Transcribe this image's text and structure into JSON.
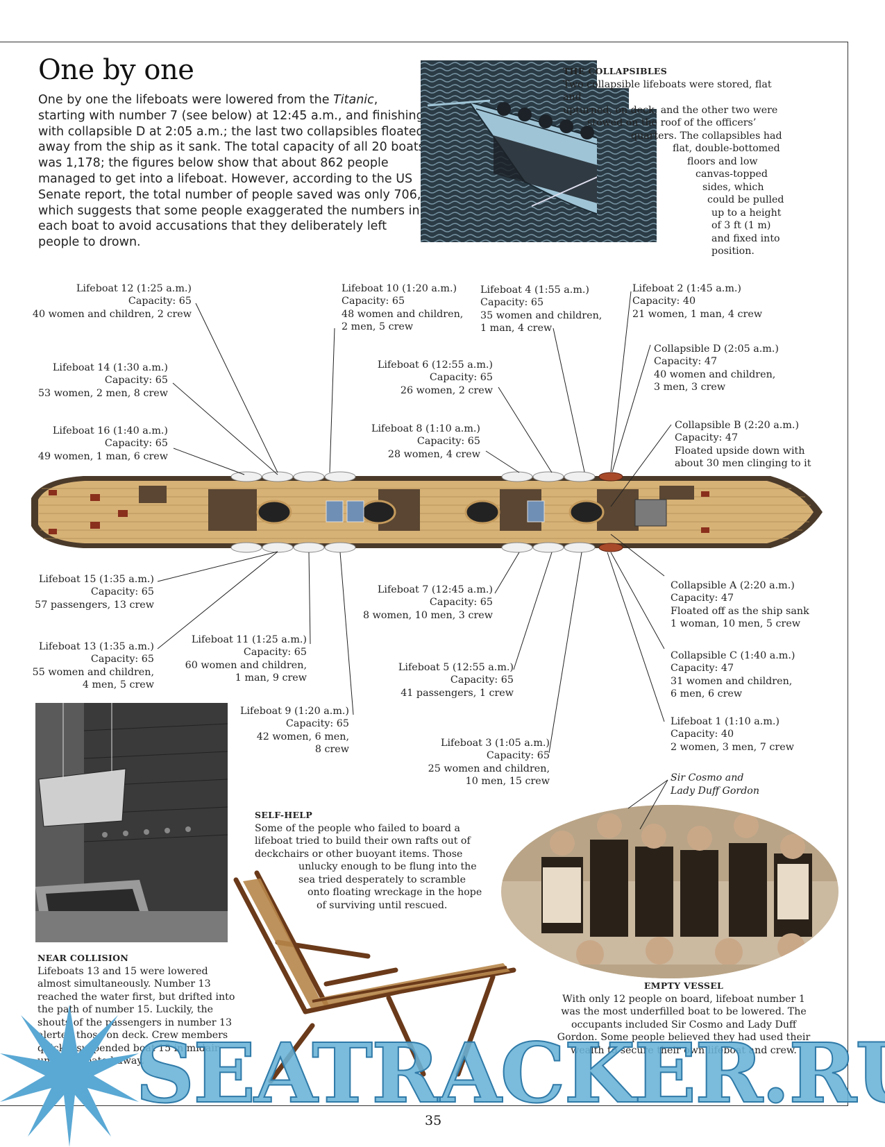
{
  "page": {
    "title": "One by one",
    "intro_parts": [
      "One by one the lifeboats were lowered from the ",
      "Titanic",
      ", starting with number 7 (see below) at 12:45 a.m., and finishing with collapsible D at 2:05 a.m.; the last two collapsibles floated away from the ship as it sank. The total capacity of all 20 boats was 1,178; the figures below show that about 862 people managed to get into a lifeboat. However, according to the US Senate report, the total number of people saved was only 706, which suggests that some people exaggerated the numbers in each boat to avoid accusations that they deliberately left people to drown."
    ],
    "page_number": "35",
    "watermark": "SEATRACKER.RU"
  },
  "collapsibles": {
    "heading": "THE COLLAPSIBLES",
    "lines": [
      "Two collapsible lifeboats were stored, flat and",
      "upturned, on deck, and the other two were",
      "stowed on the roof of the officers’",
      "quarters. The collapsibles had",
      "flat, double-bottomed",
      "floors and low",
      "canvas-topped",
      "sides, which",
      "could be pulled",
      "up to a height",
      "of 3 ft (1 m)",
      "and fixed into",
      "position."
    ]
  },
  "boats": {
    "lb12": [
      "Lifeboat 12 (1:25 a.m.)",
      "Capacity: 65",
      "40 women and children, 2 crew"
    ],
    "lb14": [
      "Lifeboat 14 (1:30 a.m.)",
      "Capacity: 65",
      "53 women, 2 men, 8 crew"
    ],
    "lb16": [
      "Lifeboat 16 (1:40 a.m.)",
      "Capacity: 65",
      "49 women, 1 man, 6 crew"
    ],
    "lb10": [
      "Lifeboat 10 (1:20 a.m.)",
      "Capacity: 65",
      "48 women and children,",
      "2 men, 5 crew"
    ],
    "lb4": [
      "Lifeboat 4 (1:55 a.m.)",
      "Capacity: 65",
      "35 women and children,",
      "1 man, 4 crew"
    ],
    "lb2": [
      "Lifeboat 2 (1:45 a.m.)",
      "Capacity: 40",
      "21 women, 1 man, 4 crew"
    ],
    "lb6": [
      "Lifeboat 6 (12:55 a.m.)",
      "Capacity: 65",
      "26 women, 2 crew"
    ],
    "lb8": [
      "Lifeboat 8 (1:10 a.m.)",
      "Capacity: 65",
      "28 women, 4 crew"
    ],
    "cD": [
      "Collapsible D (2:05 a.m.)",
      "Capacity: 47",
      "40 women and children,",
      "3 men, 3 crew"
    ],
    "cB": [
      "Collapsible B (2:20 a.m.)",
      "Capacity: 47",
      "Floated upside down with",
      "about 30 men clinging to it"
    ],
    "lb15": [
      "Lifeboat 15 (1:35 a.m.)",
      "Capacity: 65",
      "57 passengers, 13 crew"
    ],
    "lb13": [
      "Lifeboat 13 (1:35 a.m.)",
      "Capacity: 65",
      "55 women and children,",
      "4 men, 5 crew"
    ],
    "lb11": [
      "Lifeboat 11 (1:25 a.m.)",
      "Capacity: 65",
      "60 women and children,",
      "1 man, 9 crew"
    ],
    "lb9": [
      "Lifeboat 9 (1:20 a.m.)",
      "Capacity: 65",
      "42 women, 6 men,",
      "8 crew"
    ],
    "lb7": [
      "Lifeboat 7 (12:45 a.m.)",
      "Capacity: 65",
      "8 women, 10 men, 3 crew"
    ],
    "lb5": [
      "Lifeboat 5 (12:55 a.m.)",
      "Capacity: 65",
      "41 passengers, 1 crew"
    ],
    "lb3": [
      "Lifeboat 3 (1:05 a.m.)",
      "Capacity: 65",
      "25 women and children,",
      "10 men, 15 crew"
    ],
    "cA": [
      "Collapsible A (2:20 a.m.)",
      "Capacity: 47",
      "Floated off as the ship sank",
      "1 woman, 10 men, 5 crew"
    ],
    "cC": [
      "Collapsible C (1:40 a.m.)",
      "Capacity: 47",
      "31 women and children,",
      "6 men, 6 crew"
    ],
    "lb1": [
      "Lifeboat 1 (1:10 a.m.)",
      "Capacity: 40",
      "2 women, 3 men, 7 crew"
    ]
  },
  "near_collision": {
    "heading": "NEAR COLLISION",
    "lines": [
      "Lifeboats 13 and 15 were lowered",
      "almost simultaneously. Number 13",
      "reached the water first, but drifted into",
      "the path of number 15. Luckily, the",
      "shouts of the passengers in number 13",
      "alerted those on deck. Crew members",
      "quickly suspended boat 15 in midair",
      "until 13 floated away."
    ]
  },
  "self_help": {
    "heading": "SELF-HELP",
    "lines": [
      "Some of the people who failed to board a",
      "lifeboat tried to build their own rafts out of",
      "deckchairs or other buoyant items. Those",
      "unlucky enough to be flung into the",
      "sea tried desperately to scramble",
      "onto floating wreckage in the hope",
      "of surviving until rescued."
    ]
  },
  "gordon_label": [
    "Sir Cosmo and",
    "Lady Duff Gordon"
  ],
  "empty_vessel": {
    "heading": "EMPTY VESSEL",
    "lines": [
      "With only 12 people on board, lifeboat number 1",
      "was the most underfilled boat to be lowered. The",
      "occupants included Sir Cosmo and Lady Duff",
      "Gordon. Some people believed they had used their",
      "wealth to secure their own lifeboat and crew."
    ]
  }
}
